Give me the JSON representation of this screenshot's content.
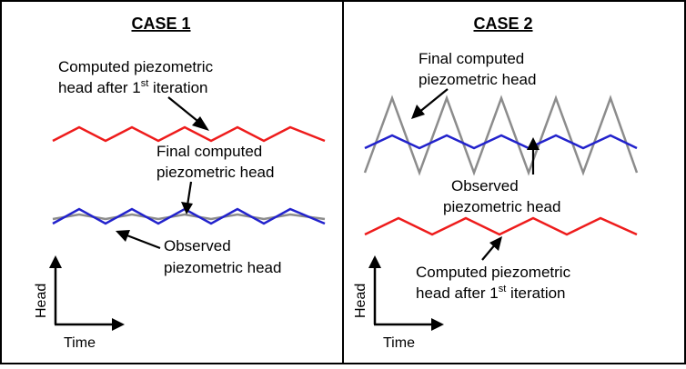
{
  "colors": {
    "first_iteration": "#ee1c1c",
    "observed": "#2222cc",
    "final": "#8c8c8c",
    "text": "#000000",
    "border": "#000000"
  },
  "case1": {
    "title": "CASE 1",
    "label_first_iteration": {
      "line1": "Computed piezometric",
      "line2_pre": "head after 1",
      "line2_sup": "st",
      "line2_post": " iteration"
    },
    "label_final": {
      "line1": "Final computed",
      "line2": "piezometric head"
    },
    "label_observed": {
      "line1": "Observed",
      "line2": "piezometric head"
    },
    "axis_y": "Head",
    "axis_x": "Time"
  },
  "case2": {
    "title": "CASE 2",
    "label_final": {
      "line1": "Final computed",
      "line2": "piezometric head"
    },
    "label_observed": {
      "line1": "Observed",
      "line2": "piezometric head"
    },
    "label_first_iteration": {
      "line1": "Computed piezometric",
      "line2_pre": "head after 1",
      "line2_sup": "st",
      "line2_post": " iteration"
    },
    "axis_y": "Head",
    "axis_x": "Time"
  }
}
